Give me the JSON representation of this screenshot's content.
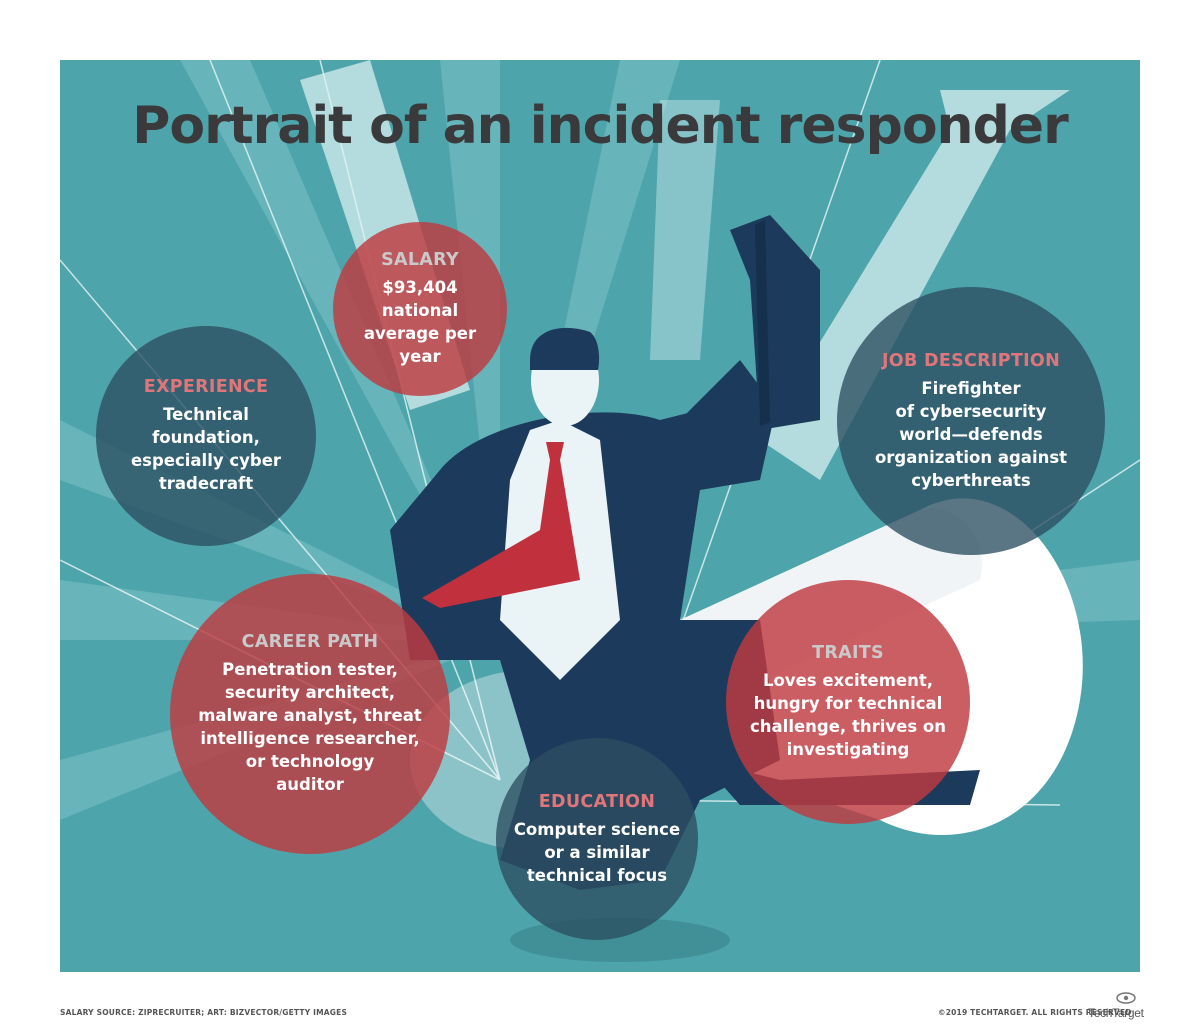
{
  "title": "Portrait of an incident responder",
  "bubbles": {
    "salary": {
      "heading": "SALARY",
      "text": "$93,404\nnational\naverage per\nyear"
    },
    "experience": {
      "heading": "EXPERIENCE",
      "text": "Technical\nfoundation,\nespecially cyber\ntradecraft"
    },
    "job_description": {
      "heading": "JOB DESCRIPTION",
      "text": "Firefighter\nof cybersecurity\nworld—defends\norganization against\ncyberthreats"
    },
    "career_path": {
      "heading": "CAREER PATH",
      "text": "Penetration tester,\nsecurity architect,\nmalware analyst, threat\nintelligence researcher,\nor technology\nauditor"
    },
    "traits": {
      "heading": "TRAITS",
      "text": "Loves excitement,\nhungry for technical\nchallenge, thrives on\ninvestigating"
    },
    "education": {
      "heading": "EDUCATION",
      "text": "Computer science\nor a similar\ntechnical focus"
    }
  },
  "footer": {
    "source": "SALARY SOURCE: ZIPRECRUITER; ART: BIZVECTOR/GETTY IMAGES",
    "copyright": "©2019 TECHTARGET. ALL RIGHTS RESERVED",
    "logo": "TechTarget"
  },
  "colors": {
    "background": "#4ea4ab",
    "red_bubble": "#be3a41",
    "dark_bubble": "#2c4e60",
    "heading_light": "#c9c9c9",
    "heading_red": "#e0757a",
    "suit": "#1c3a5c",
    "tie": "#c0303d"
  }
}
